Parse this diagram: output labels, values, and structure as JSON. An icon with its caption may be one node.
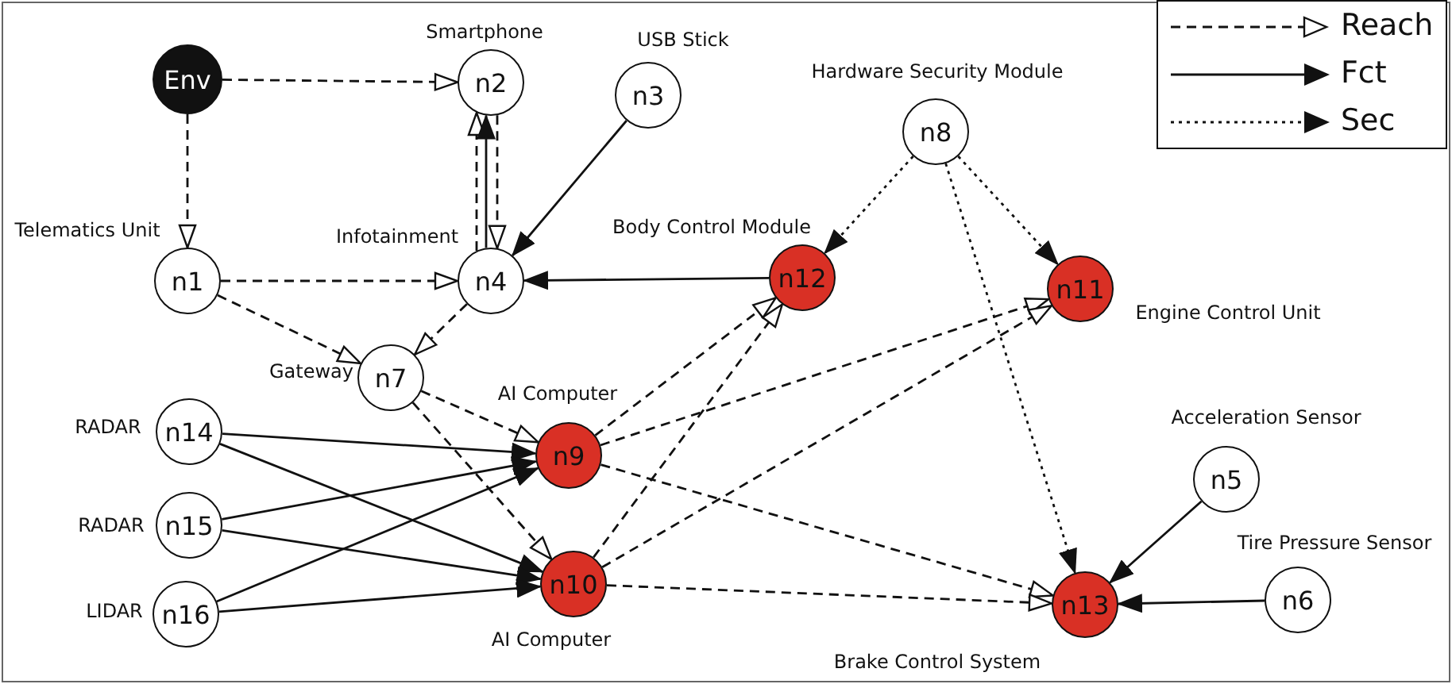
{
  "diagram": {
    "nodes": [
      {
        "text": [
          "Env"
        ]
      },
      {
        "text": [
          "n1"
        ],
        "beside": [
          "Telematics Unit"
        ]
      },
      {
        "text": [
          "n2"
        ],
        "beside": [
          "Smartphone"
        ]
      },
      {
        "text": [
          "n3"
        ],
        "beside": [
          "USB Stick"
        ]
      },
      {
        "text": [
          "n4"
        ],
        "beside": [
          "Infotainment"
        ]
      },
      {
        "text": [
          "n5"
        ],
        "beside": [
          "Acceleration Sensor"
        ]
      },
      {
        "text": [
          "n6"
        ],
        "beside": [
          "Tire Pressure Sensor"
        ]
      },
      {
        "text": [
          "n7"
        ],
        "beside": [
          "Gateway"
        ]
      },
      {
        "text": [
          "n8"
        ],
        "beside": [
          "Hardware Security Module"
        ]
      },
      {
        "text": [
          "n9"
        ],
        "beside": [
          "AI Computer"
        ]
      },
      {
        "text": [
          "n10"
        ],
        "beside": [
          "AI Computer"
        ]
      },
      {
        "text": [
          "n11"
        ],
        "beside": [
          "Engine Control Unit"
        ]
      },
      {
        "text": [
          "n12"
        ],
        "beside": [
          "Body Control Module"
        ]
      },
      {
        "text": [
          "n13"
        ],
        "beside": [
          "Brake Control System"
        ]
      },
      {
        "text": [
          "n14"
        ],
        "beside": [
          "RADAR"
        ]
      },
      {
        "text": [
          "n15"
        ],
        "beside": [
          "RADAR"
        ]
      },
      {
        "text": [
          "n16"
        ],
        "beside": [
          "LIDAR"
        ]
      }
    ],
    "edges": [
      {
        "from": 0,
        "to": 2,
        "arrow": "to",
        "style": "dashed"
      },
      {
        "from": 0,
        "to": 1,
        "arrow": "to",
        "style": "dashed"
      },
      {
        "from": 1,
        "to": 4,
        "arrow": "to",
        "style": "dashed"
      },
      {
        "from": 1,
        "to": 7,
        "arrow": "to",
        "style": "dashed"
      },
      {
        "from": 4,
        "to": 2,
        "arrow": "to",
        "style": "dashed"
      },
      {
        "from": 4,
        "to": 2,
        "arrow": "to"
      },
      {
        "from": 2,
        "to": 4,
        "arrow": "to",
        "style": "dashed"
      },
      {
        "from": 3,
        "to": 4,
        "arrow": "to"
      },
      {
        "from": 12,
        "to": 4,
        "arrow": "to"
      },
      {
        "from": 4,
        "to": 7,
        "arrow": "to",
        "style": "dashed"
      },
      {
        "from": 7,
        "to": 9,
        "arrow": "to",
        "style": "dashed"
      },
      {
        "from": 7,
        "to": 10,
        "arrow": "to",
        "style": "dashed"
      },
      {
        "from": 8,
        "to": 12,
        "arrow": "to",
        "style": "dashed"
      },
      {
        "from": 8,
        "to": 11,
        "arrow": "to",
        "style": "dashed"
      },
      {
        "from": 8,
        "to": 13,
        "arrow": "to",
        "style": "dashed"
      },
      {
        "from": 9,
        "to": 12,
        "arrow": "to",
        "style": "dashed"
      },
      {
        "from": 9,
        "to": 11,
        "arrow": "to",
        "style": "dashed"
      },
      {
        "from": 9,
        "to": 13,
        "arrow": "to",
        "style": "dashed"
      },
      {
        "from": 10,
        "to": 12,
        "arrow": "to",
        "style": "dashed"
      },
      {
        "from": 10,
        "to": 11,
        "arrow": "to",
        "style": "dashed"
      },
      {
        "from": 10,
        "to": 13,
        "arrow": "to",
        "style": "dashed"
      },
      {
        "from": 14,
        "to": 9,
        "arrow": "to"
      },
      {
        "from": 14,
        "to": 10,
        "arrow": "to"
      },
      {
        "from": 15,
        "to": 9,
        "arrow": "to"
      },
      {
        "from": 15,
        "to": 10,
        "arrow": "to"
      },
      {
        "from": 16,
        "to": 9,
        "arrow": "to"
      },
      {
        "from": 16,
        "to": 10,
        "arrow": "to"
      },
      {
        "from": 5,
        "to": 13,
        "arrow": "to"
      },
      {
        "from": 6,
        "to": 13,
        "arrow": "to"
      }
    ],
    "legend": [
      {
        "text": "Reach"
      },
      {
        "text": "Fct"
      },
      {
        "text": "Sec"
      }
    ]
  }
}
